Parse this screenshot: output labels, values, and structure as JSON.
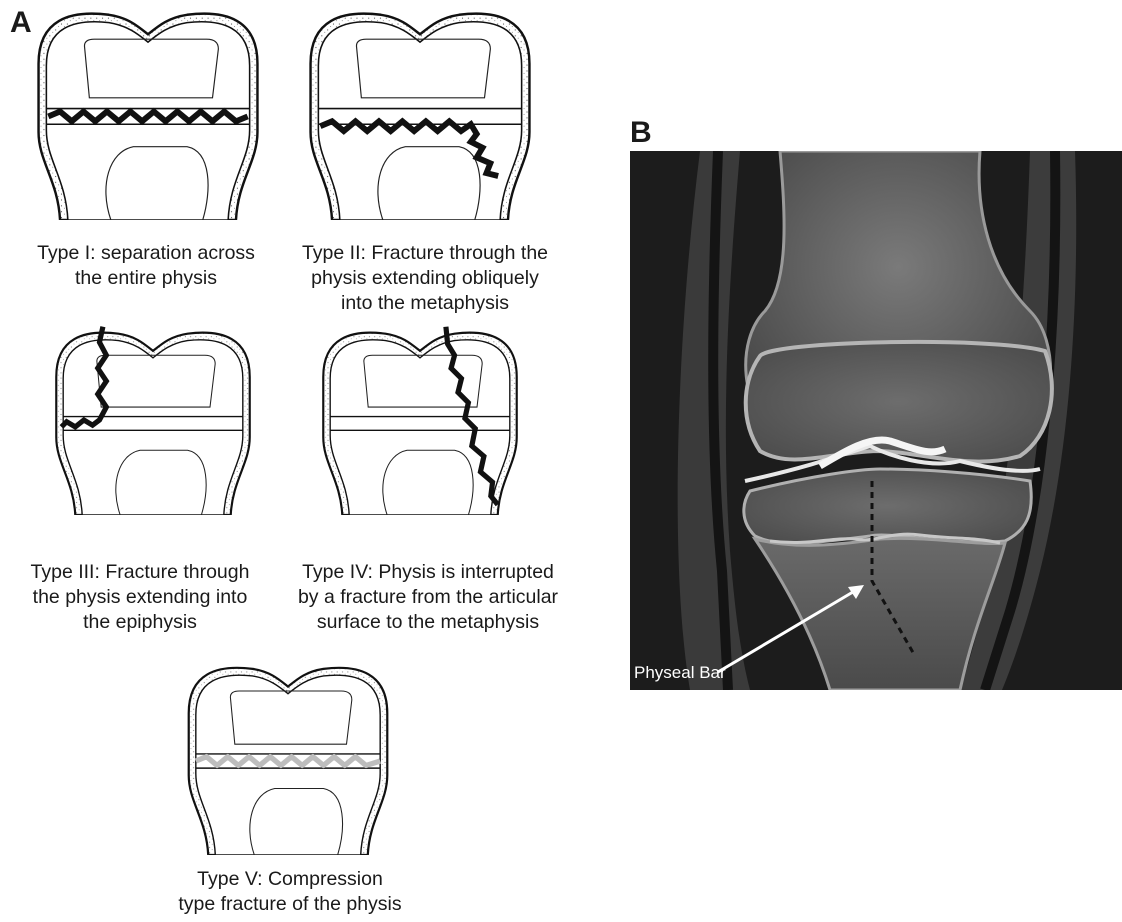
{
  "panel_a": {
    "label": "A",
    "types": [
      {
        "lines": [
          "Type I: separation across",
          "the entire physis"
        ]
      },
      {
        "lines": [
          "Type II: Fracture through the",
          "physis extending obliquely",
          "into the metaphysis"
        ]
      },
      {
        "lines": [
          "Type III: Fracture through",
          "the physis extending into",
          "the epiphysis"
        ]
      },
      {
        "lines": [
          "Type IV: Physis is interrupted",
          "by a fracture from the articular",
          "surface to the metaphysis"
        ]
      },
      {
        "lines": [
          "Type V: Compression",
          "type fracture of the physis"
        ]
      }
    ]
  },
  "panel_b": {
    "label": "B",
    "annotation": "Physeal Bar"
  },
  "colors": {
    "fracture": "#111111",
    "compression": "#bdbdbd",
    "mri_background": "#1c1c1c"
  }
}
